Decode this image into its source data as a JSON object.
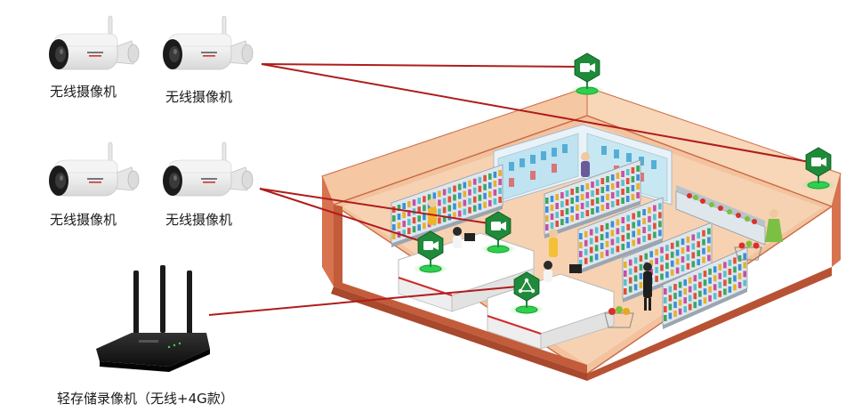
{
  "devices": {
    "camera_1_label": "无线摄像机",
    "camera_2_label": "无线摄像机",
    "camera_3_label": "无线摄像机",
    "camera_4_label": "无线摄像机",
    "nvr_label": "轻存储录像机（无线+4G款）"
  },
  "colors": {
    "link_line": "#b01c1c",
    "hex_badge": "#1f8a3a",
    "floor": "#f3c9a8",
    "wall": "#f7dcc3",
    "wall_edge": "#c96a45"
  },
  "icons": {
    "camera_marker": "camera-icon",
    "hub_marker": "network-hub-icon"
  }
}
